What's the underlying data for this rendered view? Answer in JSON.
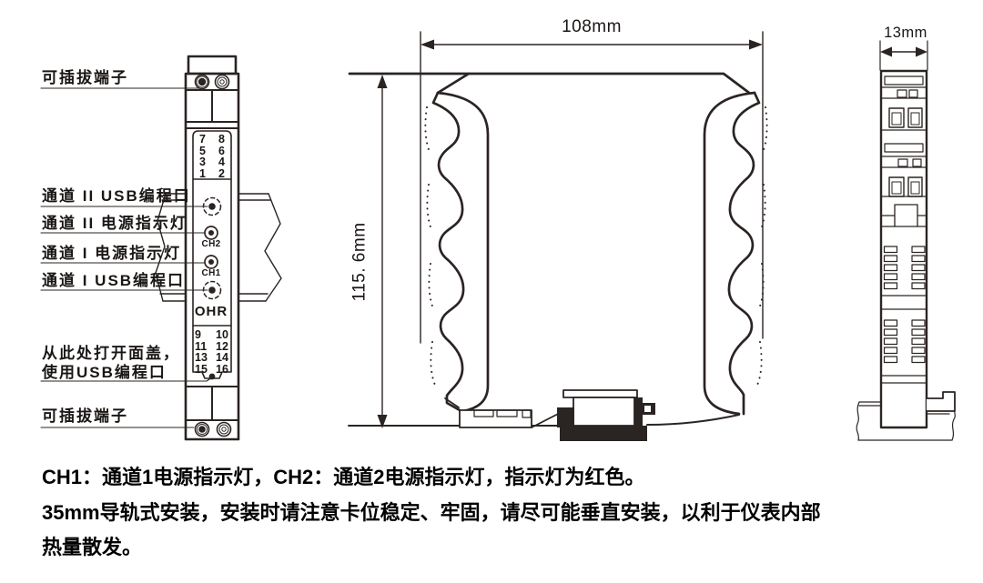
{
  "front_view": {
    "callouts": {
      "pluggable_terminal_top": "可插拔端子",
      "ch2_usb_port": "通道 II USB编程口",
      "ch2_power_led": "通道 II 电源指示灯",
      "ch1_power_led": "通道 I 电源指示灯",
      "ch1_usb_port": "通道 I USB编程口",
      "open_cover_line1": "从此处打开面盖，",
      "open_cover_line2": "使用USB编程口",
      "pluggable_terminal_bottom": "可插拔端子"
    },
    "module": {
      "brand": "OHR",
      "led_ch2": "CH2",
      "led_ch1": "CH1",
      "terminals_top": [
        "7",
        "8",
        "5",
        "6",
        "3",
        "4",
        "1",
        "2"
      ],
      "terminals_bottom": [
        "9",
        "10",
        "11",
        "12",
        "13",
        "14",
        "15",
        "16"
      ]
    }
  },
  "dimensions": {
    "width": "108mm",
    "height": "115. 6mm",
    "depth": "13mm"
  },
  "notes": [
    "CH1：通道1电源指示灯，CH2：通道2电源指示灯，指示灯为红色。",
    "35mm导轨式安装，安装时请注意卡位稳定、牢固，请尽可能垂直安装，以利于仪表内部",
    "热量散发。"
  ],
  "colors": {
    "line": "#2a2422",
    "background": "#ffffff"
  }
}
